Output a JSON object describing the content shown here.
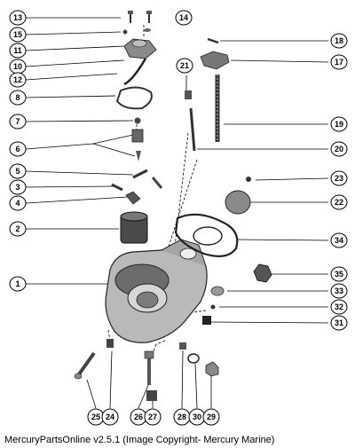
{
  "figure": {
    "callouts": [
      {
        "id": "13",
        "label": "13"
      },
      {
        "id": "14",
        "label": "14"
      },
      {
        "id": "15",
        "label": "15"
      },
      {
        "id": "11",
        "label": "11"
      },
      {
        "id": "10",
        "label": "10"
      },
      {
        "id": "12",
        "label": "12"
      },
      {
        "id": "8",
        "label": "8"
      },
      {
        "id": "7",
        "label": "7"
      },
      {
        "id": "6",
        "label": "6"
      },
      {
        "id": "5",
        "label": "5"
      },
      {
        "id": "3",
        "label": "3"
      },
      {
        "id": "4",
        "label": "4"
      },
      {
        "id": "2",
        "label": "2"
      },
      {
        "id": "1",
        "label": "1"
      },
      {
        "id": "18",
        "label": "18"
      },
      {
        "id": "17",
        "label": "17"
      },
      {
        "id": "21",
        "label": "21"
      },
      {
        "id": "19",
        "label": "19"
      },
      {
        "id": "20",
        "label": "20"
      },
      {
        "id": "23",
        "label": "23"
      },
      {
        "id": "22",
        "label": "22"
      },
      {
        "id": "34",
        "label": "34"
      },
      {
        "id": "35",
        "label": "35"
      },
      {
        "id": "33",
        "label": "33"
      },
      {
        "id": "32",
        "label": "32"
      },
      {
        "id": "31",
        "label": "31"
      },
      {
        "id": "25",
        "label": "25"
      },
      {
        "id": "24",
        "label": "24"
      },
      {
        "id": "26",
        "label": "26"
      },
      {
        "id": "27",
        "label": "27"
      },
      {
        "id": "28",
        "label": "28"
      },
      {
        "id": "30",
        "label": "30"
      },
      {
        "id": "29",
        "label": "29"
      }
    ],
    "copyright": "MercuryPartsOnline v2.5.1 (Image Copyright- Mercury Marine)"
  }
}
